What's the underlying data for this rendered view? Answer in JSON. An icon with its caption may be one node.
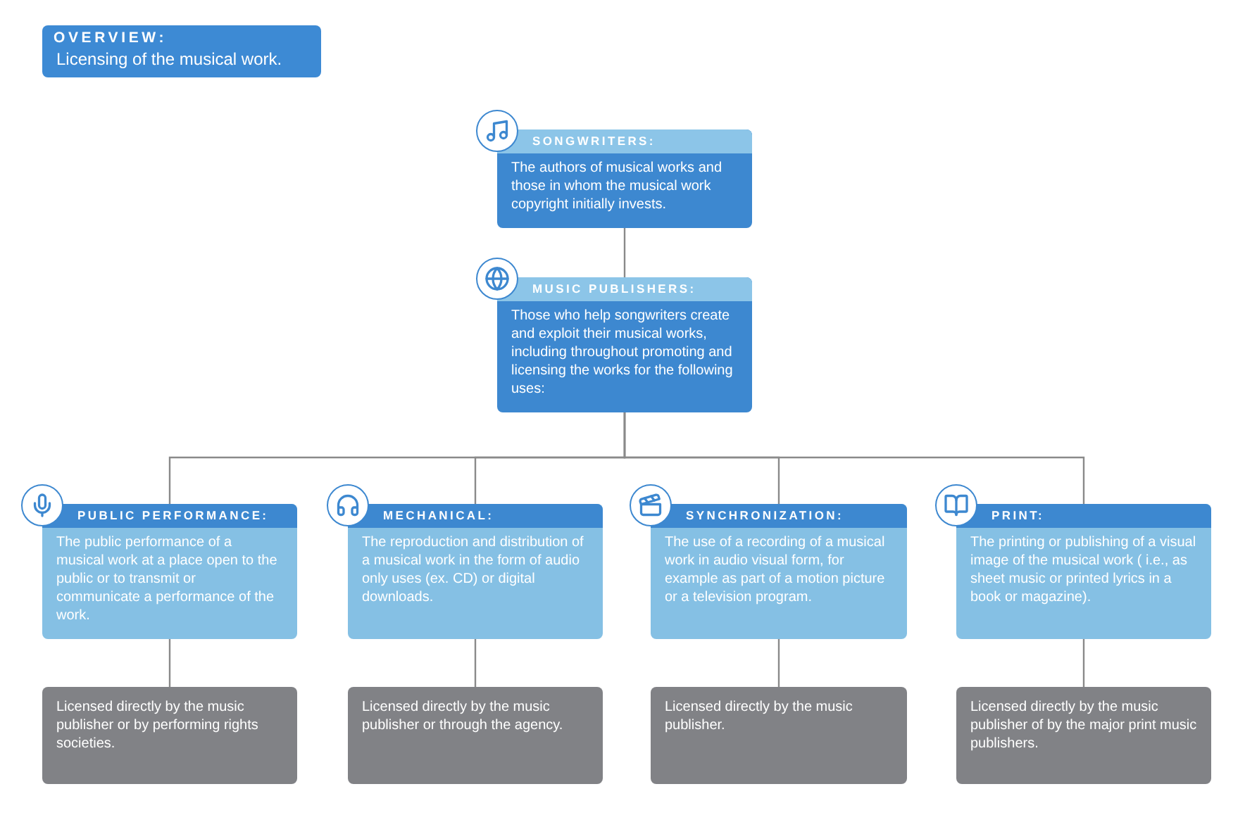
{
  "diagram": {
    "nodes": [
      {
        "text": [
          "OVERVIEW:",
          "Licensing of the musical work."
        ]
      },
      {
        "text": [
          "SONGWRITERS:",
          "The authors of musical works and those in whom the musical work copyright initially invests."
        ]
      },
      {
        "text": [
          "MUSIC PUBLISHERS:",
          "Those who help songwriters create and exploit their musical works, including throughout promoting and licensing the works for the following uses:"
        ]
      },
      {
        "text": [
          "PUBLIC PERFORMANCE:",
          "The public performance of a musical work at a place open to the public or to transmit or communicate a performance of the work."
        ]
      },
      {
        "text": [
          "MECHANICAL:",
          "The reproduction and distribution of a musical work in the form of audio only uses (ex. CD) or digital downloads."
        ]
      },
      {
        "text": [
          "SYNCHRONIZATION:",
          "The use of a recording of a musical work in audio visual form, for example as part of a motion picture or a television program."
        ]
      },
      {
        "text": [
          "PRINT:",
          "The printing or publishing of a visual image of the musical work ( i.e., as sheet music or printed lyrics in a book or magazine)."
        ]
      },
      {
        "text": [
          "Licensed directly by the music publisher or by performing rights societies."
        ]
      },
      {
        "text": [
          "Licensed directly by the music publisher or through the agency."
        ]
      },
      {
        "text": [
          "Licensed directly by the music publisher."
        ]
      },
      {
        "text": [
          "Licensed directly by the music publisher of by the major print music publishers."
        ]
      }
    ],
    "edges": [
      {
        "from": 1,
        "to": 2,
        "arrow": "none"
      },
      {
        "from": 2,
        "to": 3,
        "arrow": "none"
      },
      {
        "from": 2,
        "to": 4,
        "arrow": "none"
      },
      {
        "from": 2,
        "to": 5,
        "arrow": "none"
      },
      {
        "from": 2,
        "to": 6,
        "arrow": "none"
      },
      {
        "from": 3,
        "to": 7,
        "arrow": "none"
      },
      {
        "from": 4,
        "to": 8,
        "arrow": "none"
      },
      {
        "from": 5,
        "to": 9,
        "arrow": "none"
      },
      {
        "from": 6,
        "to": 10,
        "arrow": "none"
      }
    ]
  }
}
